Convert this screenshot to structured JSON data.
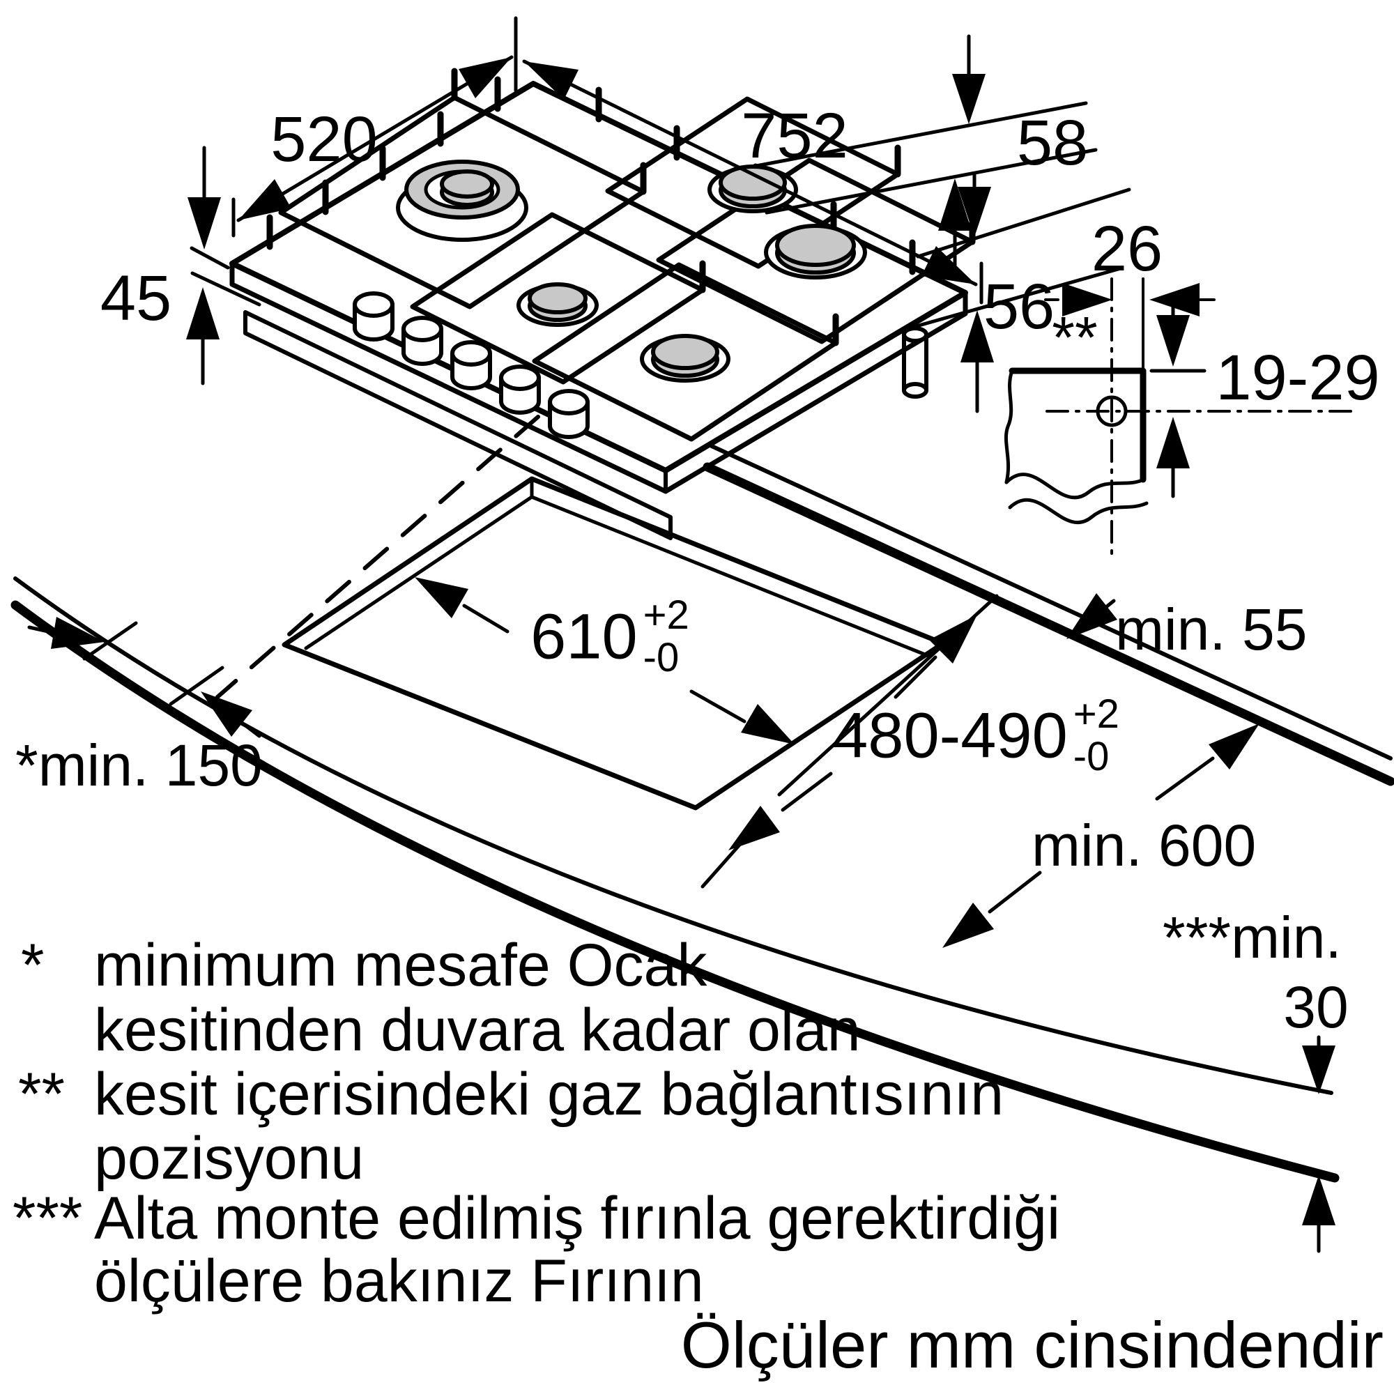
{
  "title": "Gas hob installation drawing",
  "units_note": "Ölçüler mm cinsindendir",
  "colors": {
    "line": "#000000",
    "burner_fill": "#c8c8c8",
    "background": "#ffffff"
  },
  "dims": {
    "hob_width": "752",
    "hob_depth": "520",
    "hob_height": "45",
    "rear_edge_gap": "58",
    "body_depth_below": "56",
    "gas_conn_offset": "26",
    "gas_conn_range": "19-29",
    "gas_conn_marker": "**",
    "cutout_width": {
      "main": "610",
      "plus": "+2",
      "minus": "-0"
    },
    "cutout_depth": {
      "main": "480-490",
      "plus": "+2",
      "minus": "-0"
    },
    "rear_clearance": "min. 55",
    "left_clearance_marker": "*",
    "left_clearance": "min. 150",
    "worktop_depth": "min. 600",
    "oven_clearance_marker": "***",
    "oven_clearance_label": "min.",
    "oven_clearance_value": "30"
  },
  "footnotes": [
    {
      "marker": "*",
      "lines": [
        "minimum mesafe Ocak",
        "kesitinden duvara kadar olan"
      ]
    },
    {
      "marker": "**",
      "lines": [
        "kesit içerisindeki gaz bağlantısının",
        "pozisyonu"
      ]
    },
    {
      "marker": "***",
      "lines": [
        "Alta monte edilmiş fırınla gerektirdiği",
        "ölçülere bakınız Fırının"
      ]
    }
  ]
}
